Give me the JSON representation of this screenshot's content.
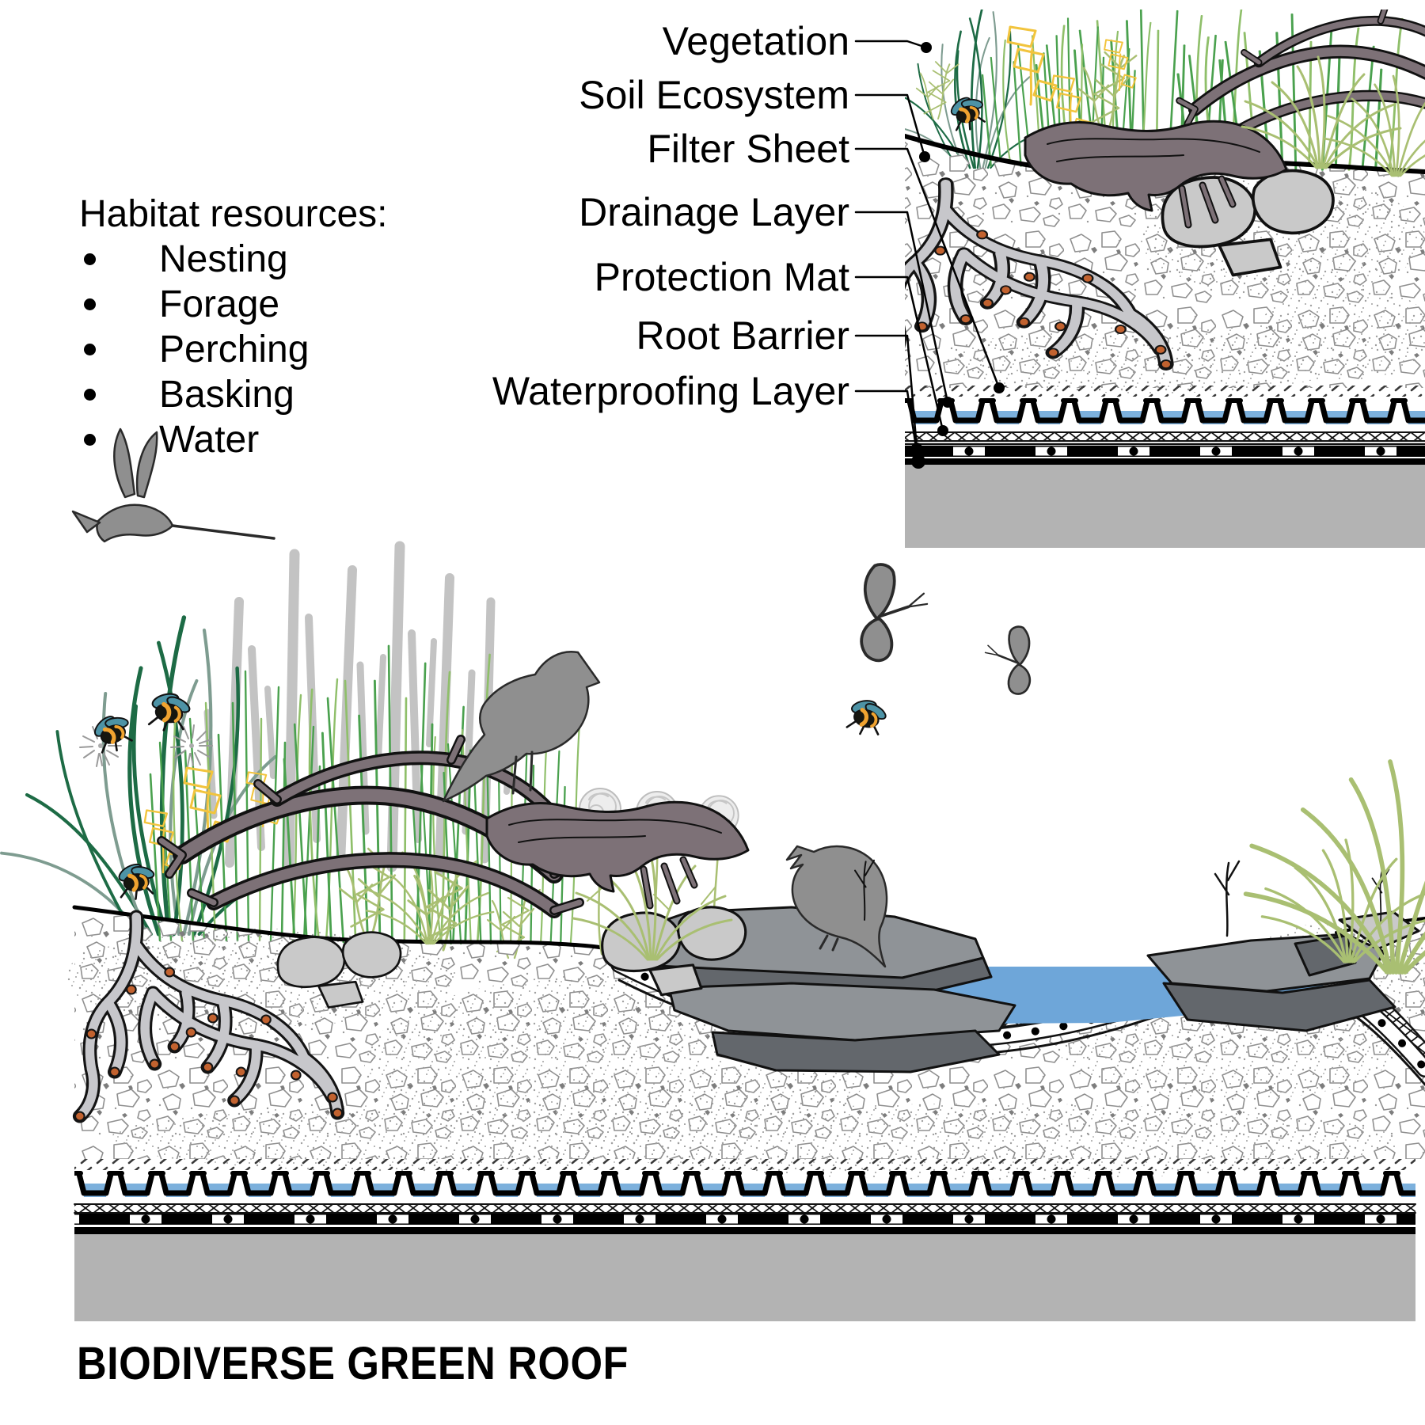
{
  "habitat": {
    "title": "Habitat resources:",
    "items": [
      "Nesting",
      "Forage",
      "Perching",
      "Basking",
      "Water"
    ]
  },
  "layers": [
    {
      "label": "Vegetation"
    },
    {
      "label": "Soil Ecosystem"
    },
    {
      "label": "Filter Sheet"
    },
    {
      "label": "Drainage Layer"
    },
    {
      "label": "Protection Mat"
    },
    {
      "label": "Root Barrier"
    },
    {
      "label": "Waterproofing Layer"
    }
  ],
  "caption": {
    "title": "BIODIVERSE GREEN ROOF"
  },
  "colors": {
    "water": "#6ea6d9",
    "cup_water": "#7cb0dc",
    "slab": "#b3b3b3",
    "driftwood": "#7d7177",
    "rock_light": "#c9c9c9",
    "rock_mid": "#8f9397",
    "rock_dark": "#63676c",
    "root_fill": "#c7c7cb",
    "root_node": "#c2622f",
    "bird": "#8f8f8f",
    "reed": "#c3c3c3",
    "grass_dark": "#1d6b45",
    "grass_mid": "#4aa14e",
    "grass_sage": "#7e9c90",
    "grass_olive": "#a9bf72",
    "grass_bright": "#8fbf6a",
    "flower_yellow": "#f2c43d",
    "bee_wing": "#4d93a6",
    "bee_stripe": "#f0a330",
    "outline": "#111111"
  }
}
